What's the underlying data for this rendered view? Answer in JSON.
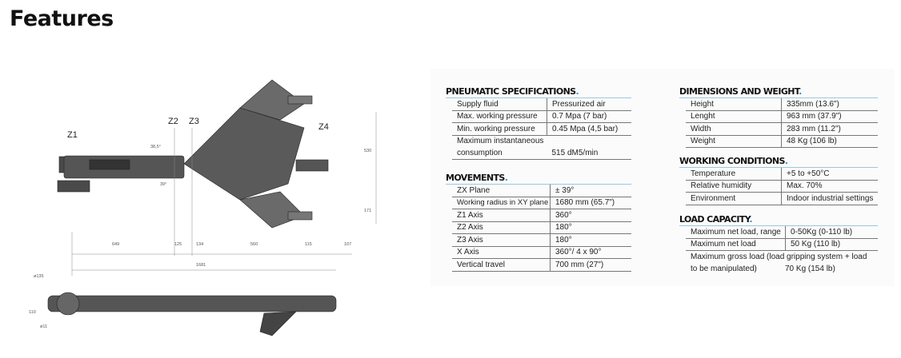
{
  "page_title": "Features",
  "drawing": {
    "axis_labels": [
      "Z1",
      "Z2",
      "Z3",
      "Z4"
    ],
    "dimensions": {
      "d649": "649",
      "d125": "125",
      "d134": "134",
      "d560": "560",
      "d115": "115",
      "d107": "107",
      "d1681": "1681",
      "d530": "530",
      "d171": "171",
      "d135": "ø135",
      "d110": "110",
      "d11": "ø11",
      "a38": "38,5°",
      "a39": "39°"
    }
  },
  "pneumatic": {
    "title": "PNEUMATIC SPECIFICATIONS",
    "rows": [
      {
        "k": "Supply fluid",
        "v": "Pressurized air"
      },
      {
        "k": "Max. working pressure",
        "v": "0.7 Mpa (7 bar)"
      },
      {
        "k": "Min. working pressure",
        "v": "0.45 Mpa (4,5 bar)"
      },
      {
        "k": "Maximum instantaneous",
        "v": ""
      },
      {
        "k": "consumption",
        "v": "515 dM5/min"
      }
    ]
  },
  "movements": {
    "title": "MOVEMENTS",
    "rows": [
      {
        "k": "ZX Plane",
        "v": "± 39°"
      },
      {
        "k": "Working radius in XY plane",
        "v": "1680 mm (65.7\")"
      },
      {
        "k": "Z1 Axis",
        "v": "360°"
      },
      {
        "k": "Z2 Axis",
        "v": "180°"
      },
      {
        "k": "Z3 Axis",
        "v": "180°"
      },
      {
        "k": "X Axis",
        "v": "360°/ 4 x 90°"
      },
      {
        "k": "Vertical travel",
        "v": "700 mm (27\")"
      }
    ]
  },
  "dimensions": {
    "title": "DIMENSIONS AND WEIGHT",
    "rows": [
      {
        "k": "Height",
        "v": "335mm (13.6\")"
      },
      {
        "k": "Lenght",
        "v": "963 mm (37.9\")"
      },
      {
        "k": "Width",
        "v": "283 mm (11.2\")"
      },
      {
        "k": "Weight",
        "v": "48 Kg (106 lb)"
      }
    ]
  },
  "conditions": {
    "title": "WORKING CONDITIONS",
    "rows": [
      {
        "k": "Temperature",
        "v": "+5 to +50°C"
      },
      {
        "k": "Relative humidity",
        "v": "Max. 70%"
      },
      {
        "k": "Environment",
        "v": "Indoor industrial settings"
      }
    ]
  },
  "load": {
    "title": "LOAD CAPACITY",
    "rows": [
      {
        "k": "Maximum net load, range",
        "v": "0-50Kg (0-110 lb)"
      },
      {
        "k": "Maximum net load",
        "v": "50 Kg (110 lb)"
      }
    ],
    "gross_line1": "Maximum gross load (load gripping system + load",
    "gross_line2_k": "to be manipulated)",
    "gross_line2_v": "70 Kg (154 lb)"
  },
  "accent_color": "#2f8fd0"
}
